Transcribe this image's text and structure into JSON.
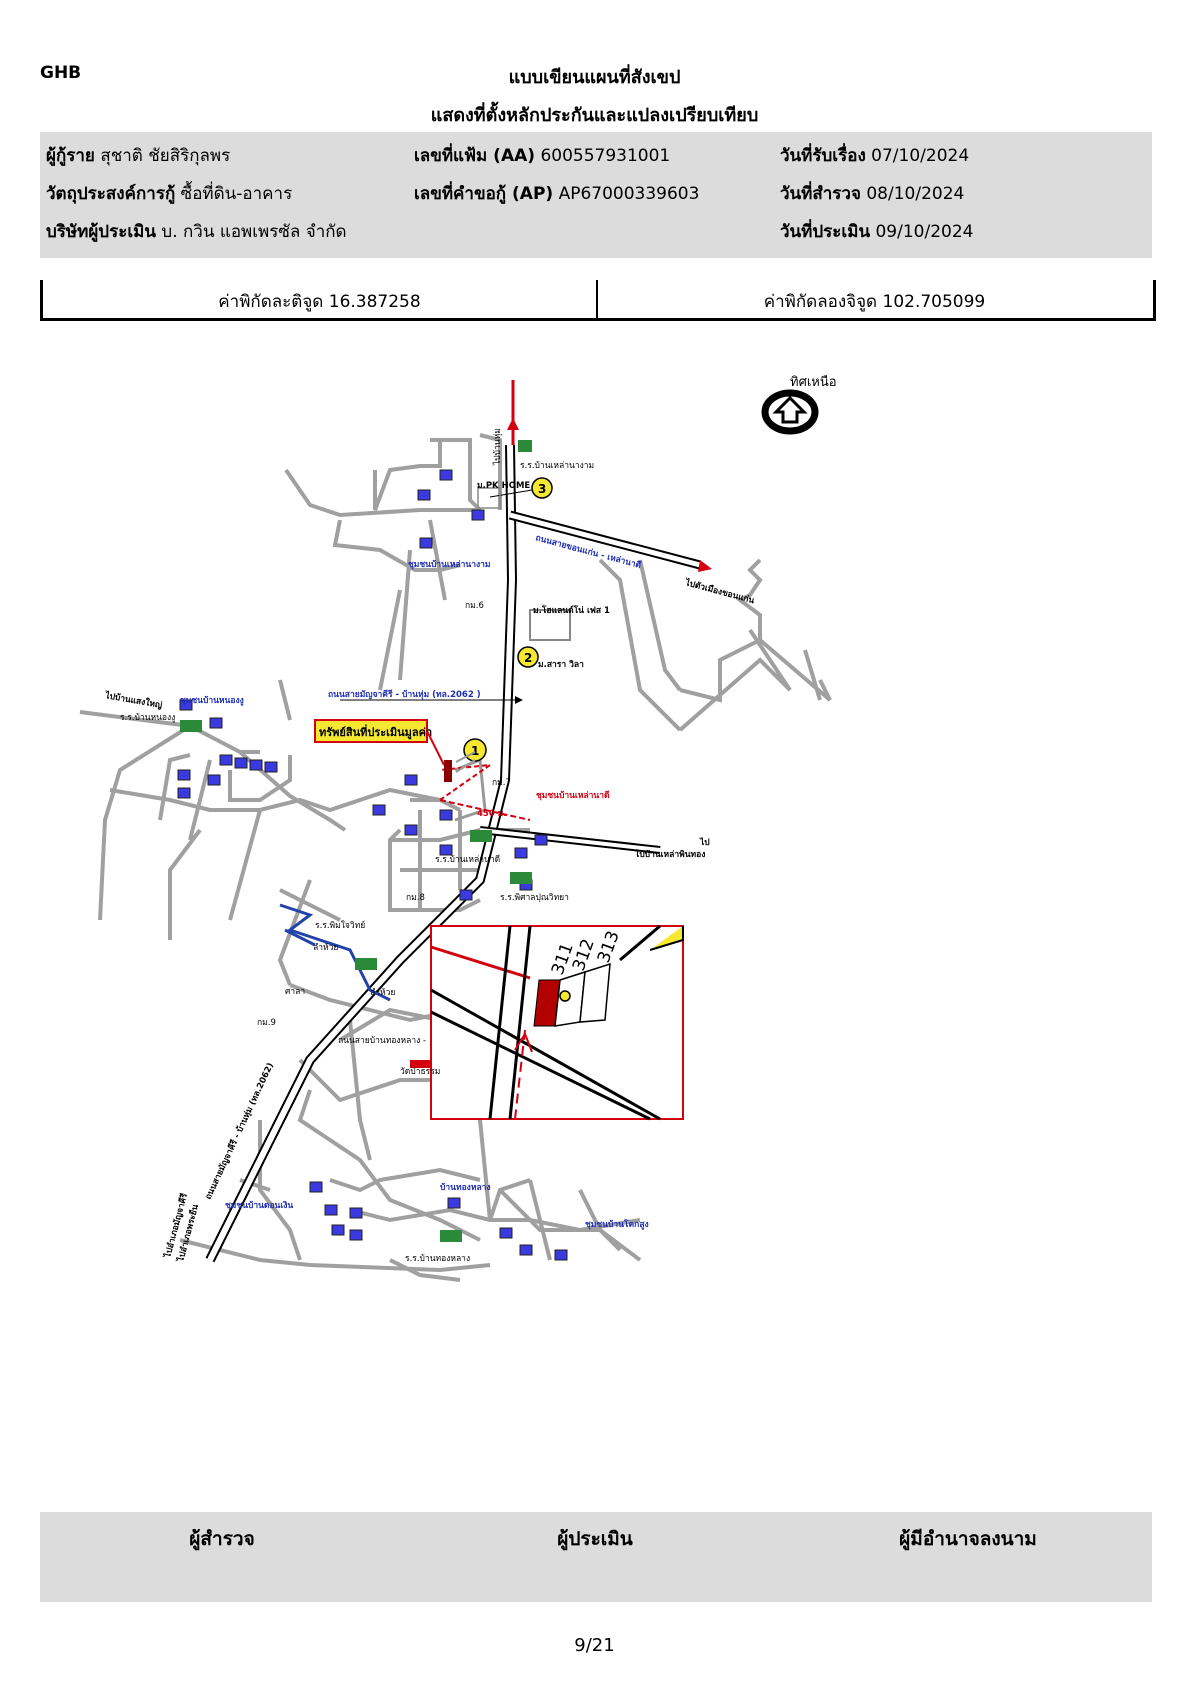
{
  "header": {
    "brand": "GHB",
    "title_line1": "แบบเขียนแผนที่สังเขป",
    "title_line2": "แสดงที่ตั้งหลักประกันและแปลงเปรียบเทียบ"
  },
  "info": {
    "borrower_label": "ผู้กู้ราย",
    "borrower_value": "สุชาติ ชัยสิริกุลพร",
    "purpose_label": "วัตถุประสงค์การกู้",
    "purpose_value": "ซื้อที่ดิน-อาคาร",
    "company_label": "บริษัทผู้ประเมิน",
    "company_value": "บ. กวิน แอพเพรซัล จำกัด",
    "file_no_label": "เลขที่แฟ้ม (AA)",
    "file_no_value": "600557931001",
    "request_no_label": "เลขที่คำขอกู้ (AP)",
    "request_no_value": "AP67000339603",
    "received_label": "วันที่รับเรื่อง",
    "received_value": "07/10/2024",
    "survey_label": "วันที่สำรวจ",
    "survey_value": "08/10/2024",
    "appraise_label": "วันที่ประเมิน",
    "appraise_value": "09/10/2024"
  },
  "coordinates": {
    "lat_text": "ค่าพิกัดละติจูด 16.387258",
    "lon_text": "ค่าพิกัดลองจิจูด 102.705099"
  },
  "map": {
    "north_label": "ทิศเหนือ",
    "labels": {
      "to_ban_hum_top": "ไปบ้านหุ่ม",
      "school_lao_na_ngam": "ร.ร.บ้านเหล่านางาม",
      "pk_home": "ม.PK HOME",
      "road_khonkaen_laonadi": "ถนนสายขอนแก่น - เหล่านาดี",
      "to_khonkaen": "ไปตัวเมืองขอนแก่น",
      "community_lao_na_ngam": "ชุมชนบ้านเหล่านางาม",
      "km6": "กม.6",
      "holland_phase1": "ม.โฮแลนด์โน่ เฟส 1",
      "sara_villa": "ม.สารา วิลา",
      "to_ban_saeng_yai": "ไปบ้านแสงใหญ่",
      "community_nong_ngu": "ชุมชนบ้านหนองงู",
      "school_nong_ngu": "ร.ร.บ้านหนองงู",
      "road_manchakhiri": "ถนนสายมัญจาคีรี - บ้านหุ่ม (ทล.2062 )",
      "appraised_property": "ทรัพย์สินที่ประเมินมูลค่า",
      "km7": "กม.7",
      "community_lao_na_di": "ชุมชนบ้านเหล่านาดี",
      "dist_450": "450 ม.",
      "to_ban_lao_phin": "ไปบ้านเหล่าพินทอง",
      "to_short": "ไป",
      "school_lao_na_di": "ร.ร.บ้านเหล่านาดี",
      "km8": "กม.8",
      "school_phisan": "ร.ร.พิศาลปุณวิทยา",
      "school_phim_jai": "ร.ร.พิมใจวิทย์",
      "lam_huai": "ลำห้วย",
      "sala": "ศาลา",
      "km9": "กม.9",
      "road_thong_lang": "ถนนสายบ้านทองหลาง -",
      "wat_pa": "วัดป่าธรรม",
      "road_vertical": "ถนนสายมัญจาคีรี - บ้านหุ่ม (ทล.2062)",
      "ban_thong_lang": "บ้านทองหลาง",
      "community_don_ngoen": "ชุมชนบ้านดอนเงิน",
      "community_khok_sung": "ชุมชนบ้านโคกสูง",
      "school_thong_lang": "ร.ร.บ้านทองหลาง",
      "to_manchakhiri": "ไปอำเภอมัญจาคีรี",
      "to_phra_yuen": "ไปอำเภอพระยืน",
      "marker_1": "1",
      "marker_2": "2",
      "marker_3": "3",
      "plot_311": "311",
      "plot_312": "312",
      "plot_313": "313"
    },
    "colors": {
      "road": "#9a9a9a",
      "accent_red": "#d4000f",
      "marker_fill": "#f5e830",
      "label_blue": "#1f2fb5",
      "label_red": "#d4000f"
    }
  },
  "signatures": {
    "surveyor": "ผู้สำรวจ",
    "appraiser": "ผู้ประเมิน",
    "authorized": "ผู้มีอำนาจลงนาม"
  },
  "footer": {
    "page": "9/21"
  }
}
